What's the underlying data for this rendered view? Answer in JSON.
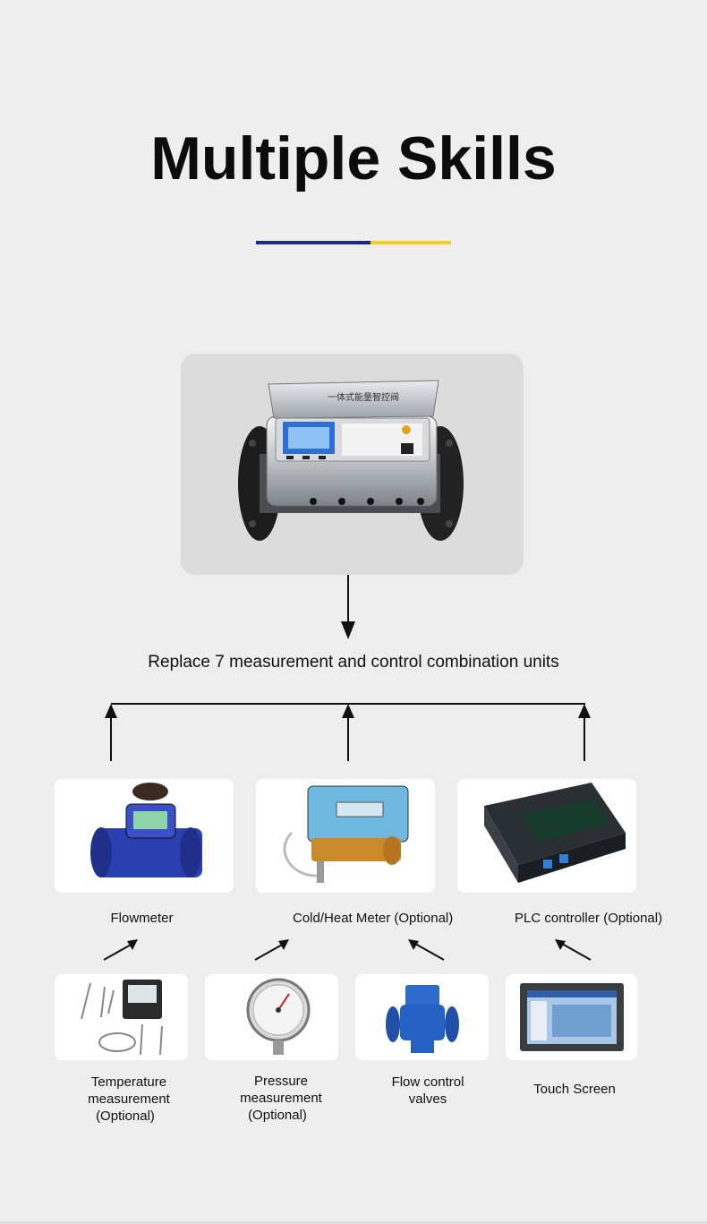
{
  "page": {
    "title": "Multiple Skills",
    "accent_colors": {
      "blue": "#1a2a8c",
      "yellow": "#f4cf1b"
    }
  },
  "hero": {
    "image_icon": "smart-meter-valve-icon",
    "device_label": "一体式能量智控阀"
  },
  "caption": "Replace 7 measurement and control combination units",
  "units": [
    {
      "label": "Flowmeter",
      "optional": "",
      "icon": "flowmeter-icon"
    },
    {
      "label": "Cold/Heat Meter",
      "optional": "(Optional)",
      "icon": "heat-meter-icon"
    },
    {
      "label": "PLC controller",
      "optional": "(Optional)",
      "icon": "plc-controller-icon"
    }
  ],
  "components": [
    {
      "line1": "Temperature",
      "line2": "measurement",
      "line3": "(Optional)",
      "icon": "temperature-sensor-icon"
    },
    {
      "line1": "Pressure",
      "line2": "measurement",
      "line3": "(Optional)",
      "icon": "pressure-gauge-icon"
    },
    {
      "line1": "Flow control",
      "line2": "valves",
      "line3": "",
      "icon": "flow-valve-icon"
    },
    {
      "line1": "Touch Screen",
      "line2": "",
      "line3": "",
      "icon": "touch-screen-icon"
    }
  ]
}
